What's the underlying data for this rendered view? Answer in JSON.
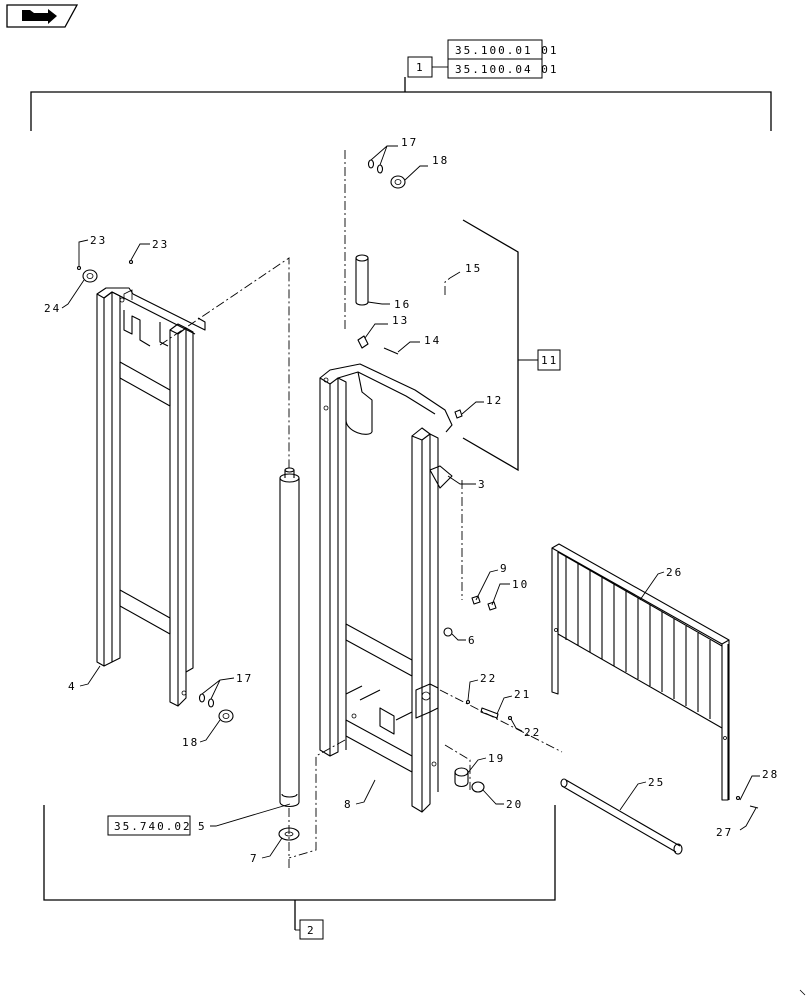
{
  "nav": {
    "icon": "back-arrow-icon"
  },
  "references": {
    "top_1": "35.100.01 01",
    "top_2": "35.100.04 01",
    "side": "35.740.02"
  },
  "groups": {
    "g1": "1",
    "g2": "2",
    "g11": "11"
  },
  "callouts": {
    "c3": "3",
    "c4": "4",
    "c5": "5",
    "c6": "6",
    "c7": "7",
    "c8": "8",
    "c9": "9",
    "c10": "10",
    "c12": "12",
    "c13": "13",
    "c14": "14",
    "c15": "15",
    "c16": "16",
    "c17a": "17",
    "c17b": "17",
    "c18a": "18",
    "c18b": "18",
    "c19": "19",
    "c20": "20",
    "c21": "21",
    "c22a": "22",
    "c22b": "22",
    "c23a": "23",
    "c23b": "23",
    "c24": "24",
    "c25": "25",
    "c26": "26",
    "c27": "27",
    "c28": "28"
  }
}
